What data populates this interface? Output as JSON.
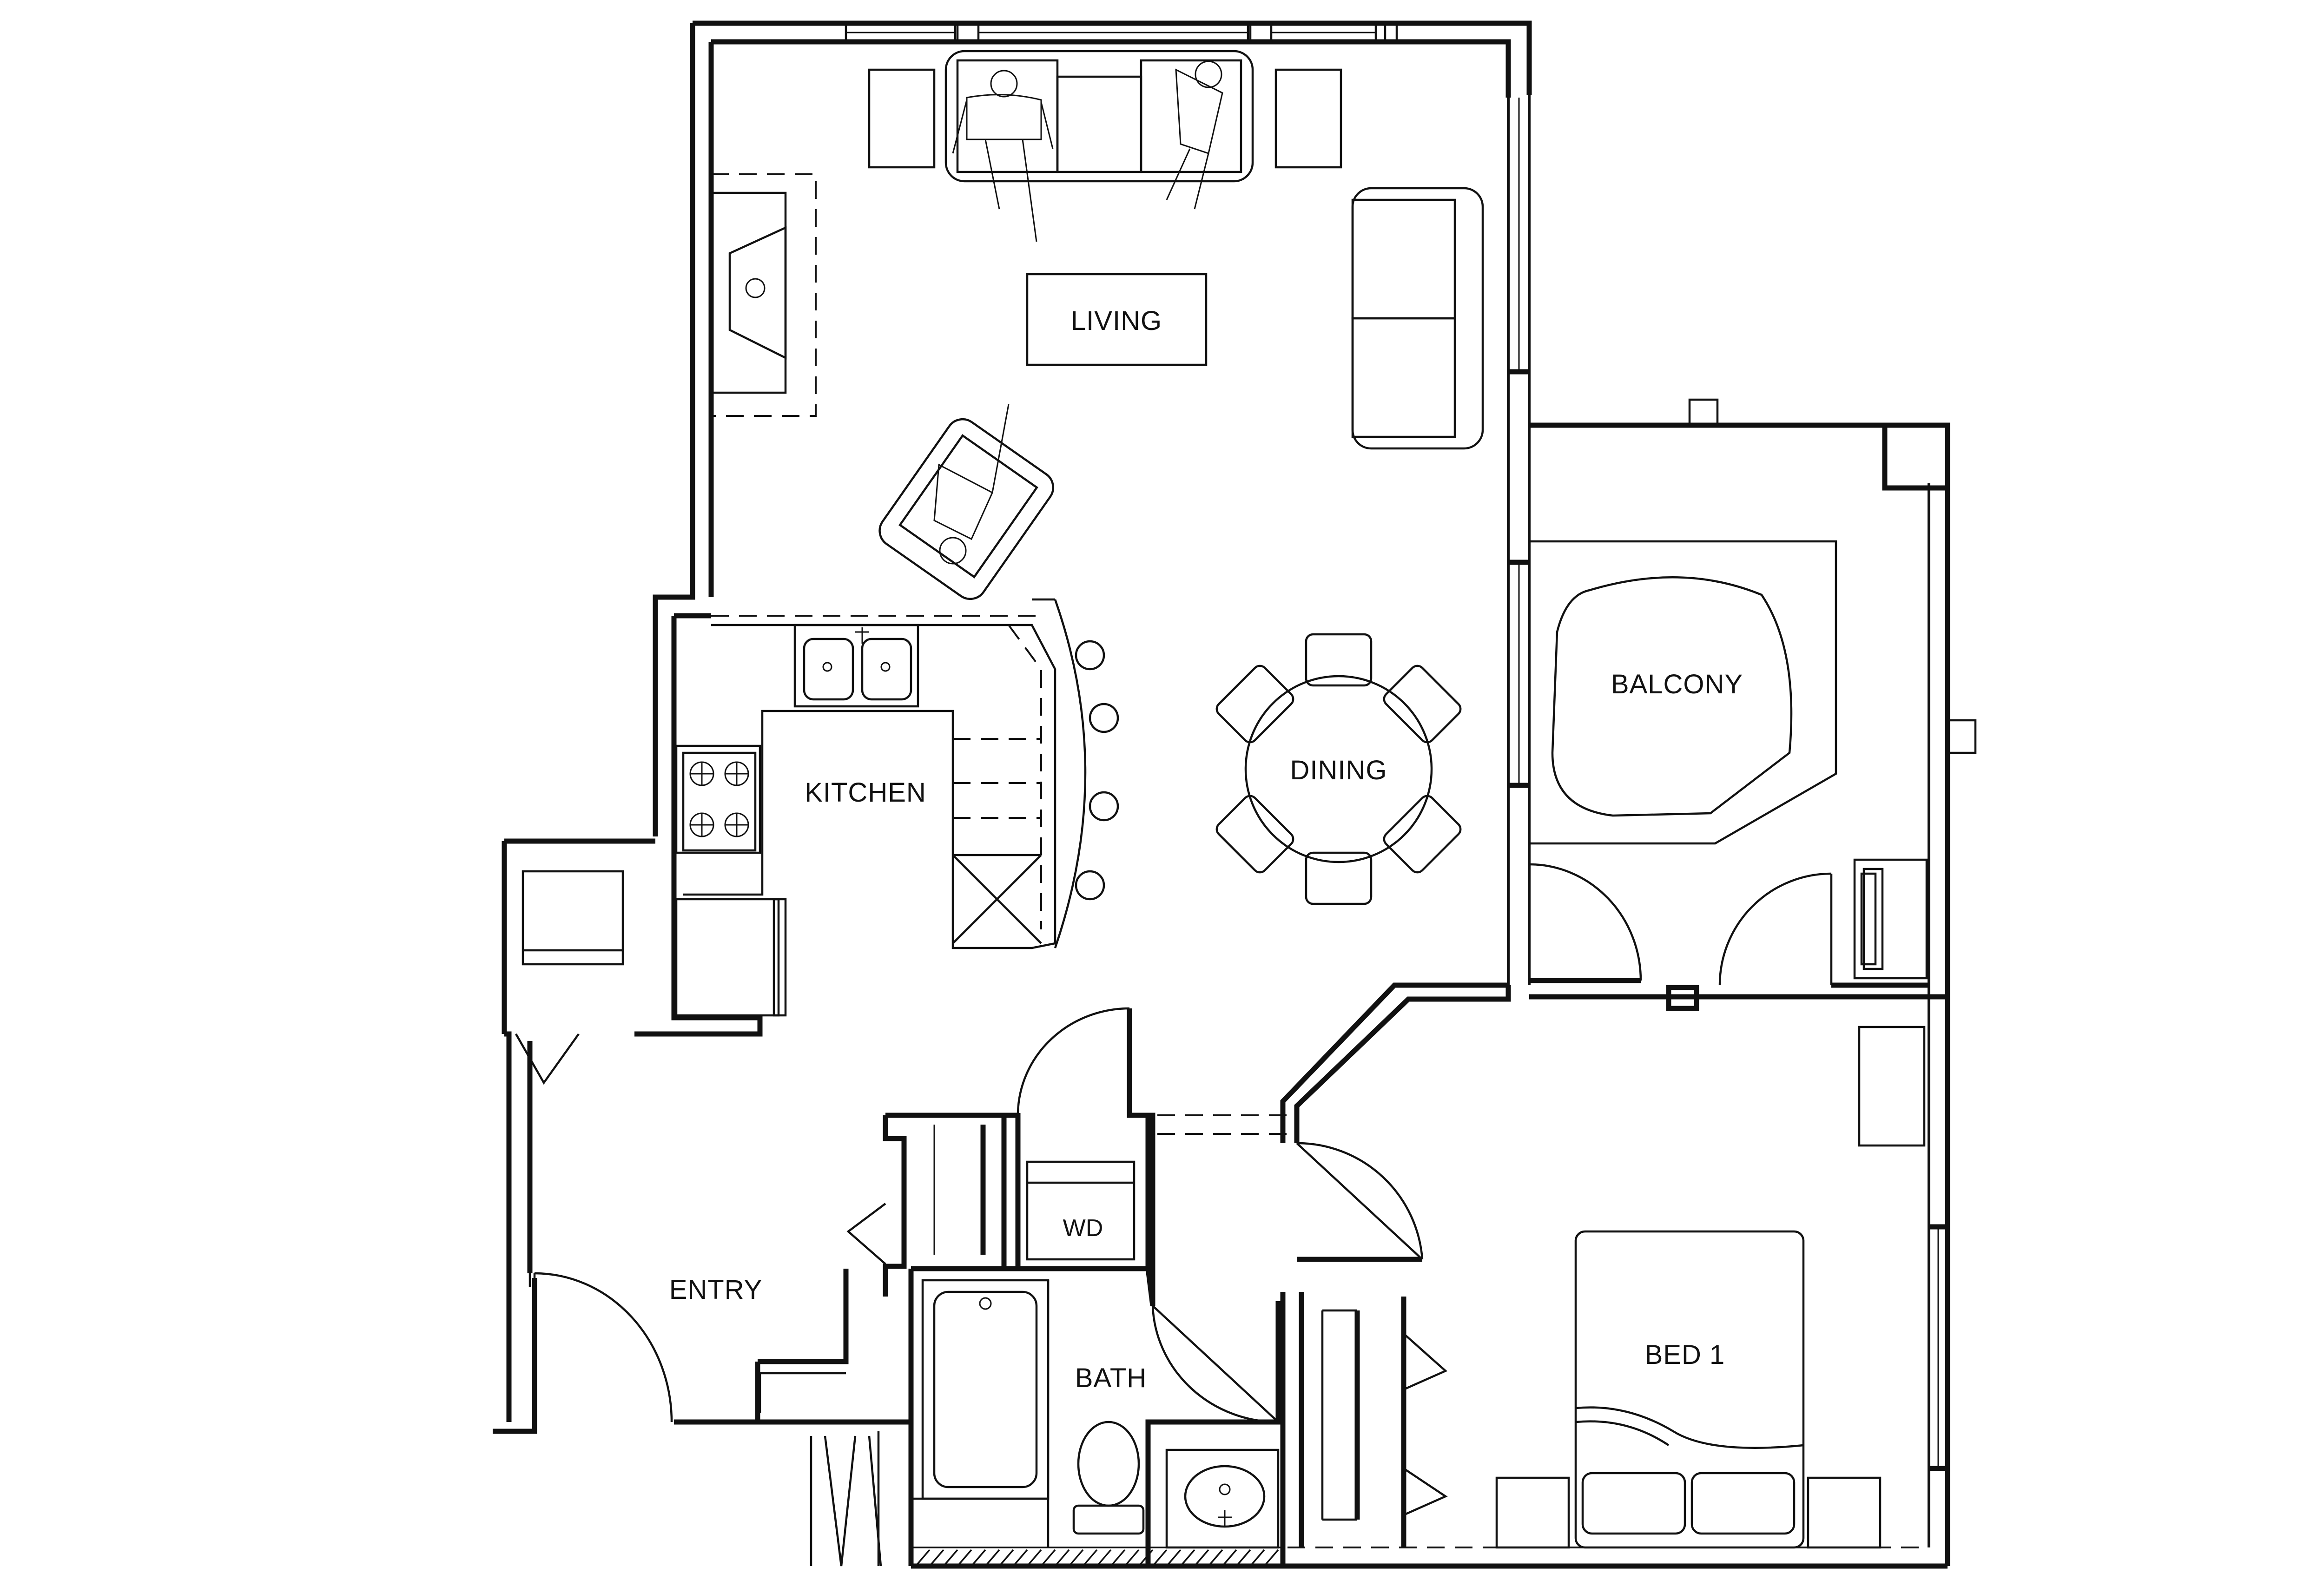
{
  "rooms": {
    "living": "LIVING",
    "dining": "DINING",
    "kitchen": "KITCHEN",
    "balcony": "BALCONY",
    "wd": "WD",
    "entry": "ENTRY",
    "bath": "BATH",
    "bed1": "BED 1"
  }
}
